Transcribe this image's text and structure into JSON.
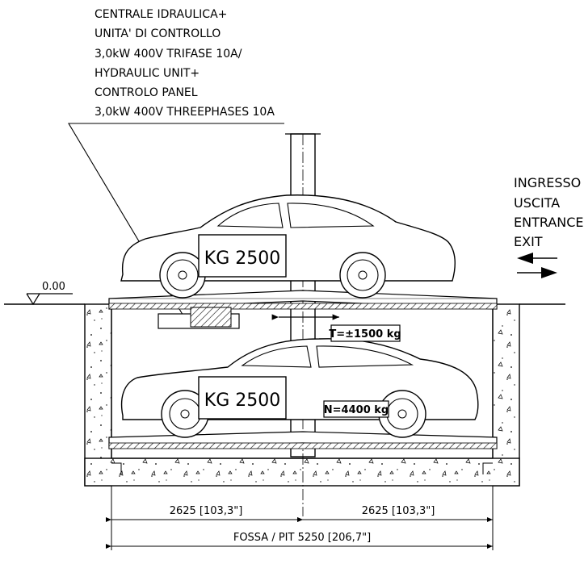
{
  "hydraulic_note": {
    "lines": [
      "CENTRALE IDRAULICA+",
      "UNITA' DI CONTROLLO",
      "3,0kW 400V TRIFASE 10A/",
      "HYDRAULIC UNIT+",
      "CONTROLO PANEL",
      "3,0kW 400V THREEPHASES 10A"
    ]
  },
  "entrance_exit": {
    "lines": [
      "INGRESSO",
      "USCITA",
      "ENTRANCE",
      "EXIT"
    ]
  },
  "level_label": "0.00",
  "upper_car_capacity": "KG 2500",
  "lower_car_capacity": "KG 2500",
  "load_t": "T=±1500 kg",
  "load_n": "N=4400 kg",
  "dim_left": "2625 [103,3\"]",
  "dim_right": "2625 [103,3\"]",
  "dim_total": "FOSSA / PIT 5250 [206,7\"]"
}
